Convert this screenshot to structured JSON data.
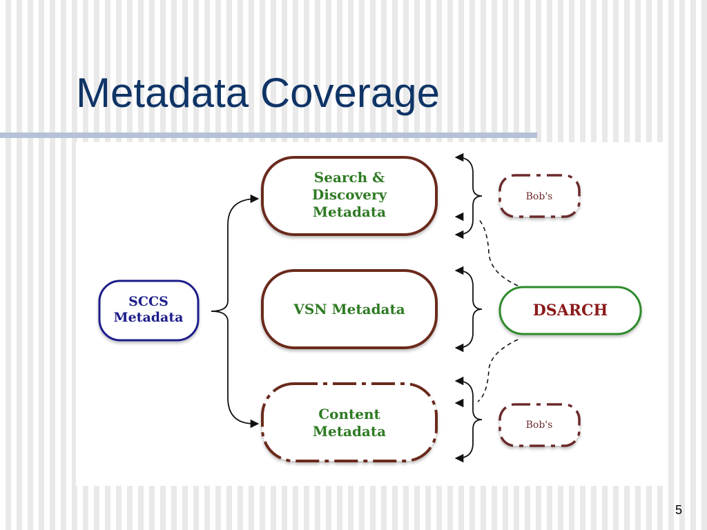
{
  "slide": {
    "title": "Metadata Coverage",
    "page_number": "5"
  },
  "diagram": {
    "nodes": {
      "sccs": {
        "line1": "SCCS",
        "line2": "Metadata"
      },
      "search": {
        "line1": "Search &",
        "line2": "Discovery",
        "line3": "Metadata"
      },
      "vsn": {
        "line1": "VSN Metadata"
      },
      "content": {
        "line1": "Content",
        "line2": "Metadata"
      },
      "bobs_top": {
        "line1": "Bob's"
      },
      "dsarch": {
        "line1": "DSARCH"
      },
      "bobs_bottom": {
        "line1": "Bob's"
      }
    },
    "colors": {
      "sccs_border": "#1c1c8a",
      "sccs_text": "#1c1c8a",
      "metadata_border": "#6b2a1c",
      "metadata_text": "#2f7a24",
      "bobs_border": "#6b2a2a",
      "bobs_text": "#6b2a2a",
      "dsarch_border": "#2f8a2a",
      "dsarch_text": "#8b1a1a",
      "connector": "#111111"
    }
  }
}
